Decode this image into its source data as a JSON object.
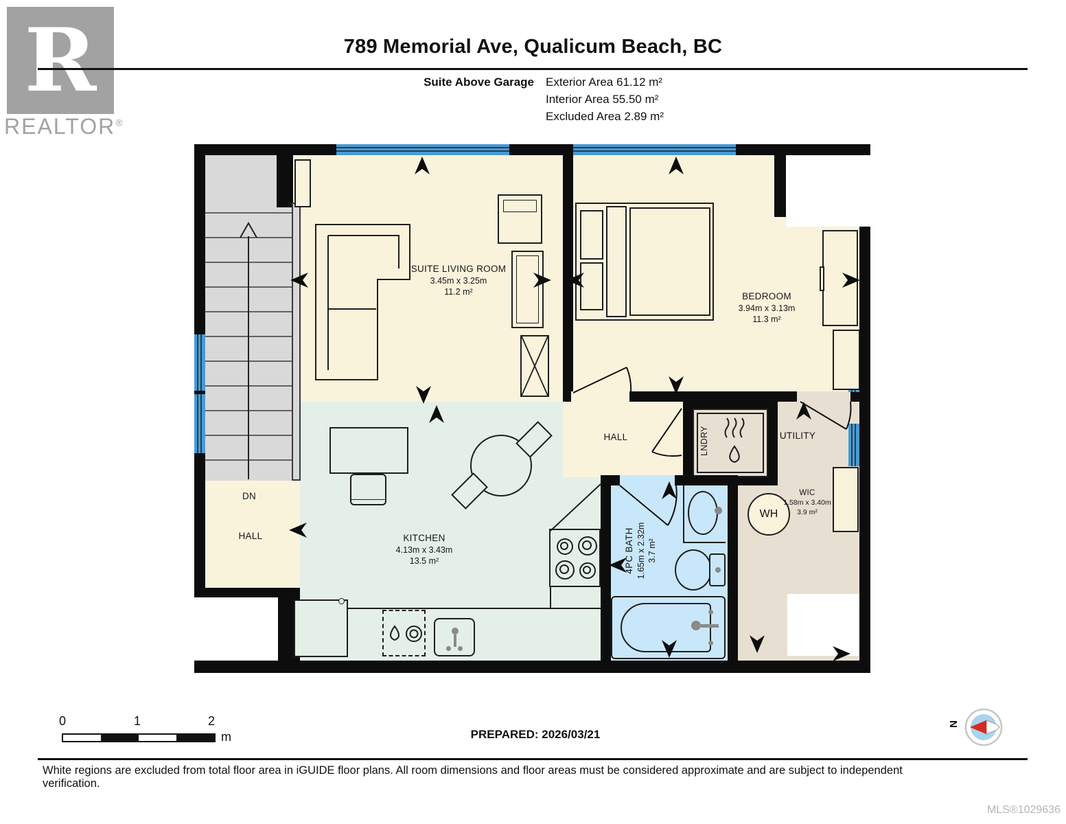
{
  "logo": {
    "r": "R",
    "label": "REALTOR",
    "reg": "®"
  },
  "header": {
    "title": "789 Memorial Ave, Qualicum Beach, BC",
    "plan_label": "Suite Above Garage",
    "area_lines": [
      "Exterior Area 61.12 m²",
      "Interior Area 55.50 m²",
      "Excluded Area 2.89 m²"
    ]
  },
  "rooms": {
    "living": {
      "name": "SUITE LIVING ROOM",
      "dims": "3.45m x 3.25m",
      "area": "11.2 m²"
    },
    "bedroom": {
      "name": "BEDROOM",
      "dims": "3.94m x 3.13m",
      "area": "11.3 m²"
    },
    "kitchen": {
      "name": "KITCHEN",
      "dims": "4.13m x 3.43m",
      "area": "13.5 m²"
    },
    "bath": {
      "name": "4PC BATH",
      "dims": "1.65m x 2.32m",
      "area": "3.7 m²"
    },
    "wic": {
      "name": "WIC",
      "dims": "1.58m x 3.40m",
      "area": "3.9 m²"
    },
    "hall": {
      "name": "HALL"
    },
    "hall_left": {
      "name": "HALL"
    },
    "dn": {
      "name": "DN"
    },
    "utility": {
      "name": "UTILITY"
    },
    "laundry": {
      "name": "LNDRY"
    },
    "water_heater": {
      "name": "WH"
    }
  },
  "footer": {
    "scale_ticks": [
      "0",
      "1",
      "2"
    ],
    "scale_unit": "m",
    "prepared": "PREPARED: 2026/03/21",
    "compass_n": "N",
    "disclaimer": "White regions are excluded from total floor area in iGUIDE floor plans. All room dimensions and floor areas must be considered approximate and are subject to independent verification.",
    "mls": "MLS®1029636"
  },
  "colors": {
    "wall": "#0d0d0d",
    "window": "#4A9AD2",
    "windowline": "#1c4258",
    "cream": "#FAF3DC",
    "mint": "#E4EFE8",
    "bathblue": "#C9E7FA",
    "tan": "#E7DFD2",
    "stairs": "#D9D9D9",
    "logogray": "#A2A2A2",
    "mlsgray": "#B4B4BC",
    "red": "#D9291C"
  }
}
